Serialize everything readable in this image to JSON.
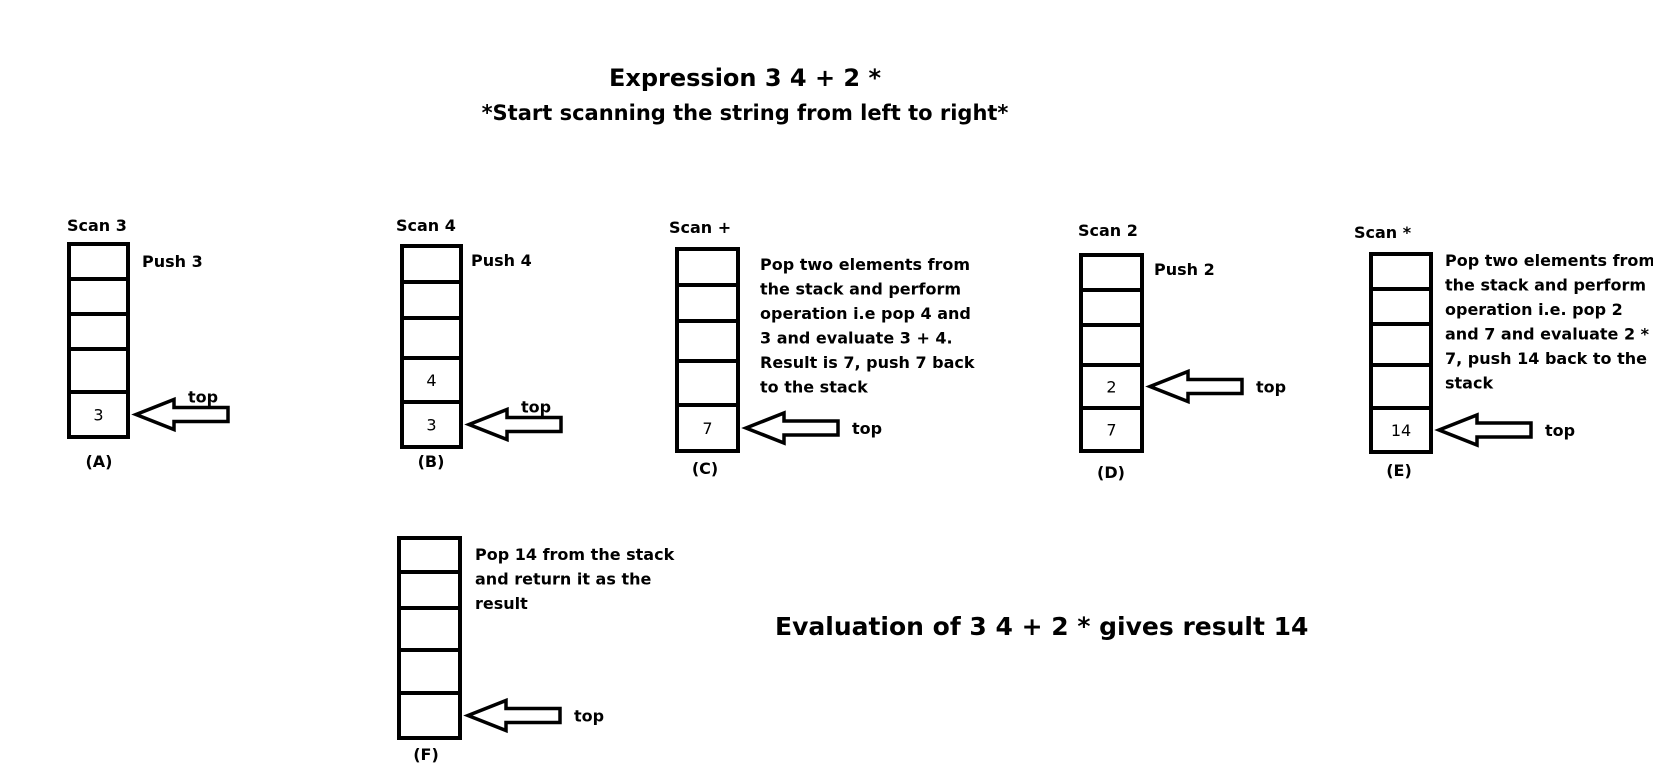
{
  "header": {
    "title": "Expression 3 4 + 2 *",
    "subtitle": "*Start scanning the string from left to right*"
  },
  "pointer_label": "top",
  "steps": [
    {
      "id": "A",
      "caption": "(A)",
      "scan": "Scan 3",
      "cells": [
        "",
        "",
        "",
        "",
        "3"
      ],
      "top_index": 4,
      "note": [
        "Push 3"
      ]
    },
    {
      "id": "B",
      "caption": "(B)",
      "scan": "Scan 4",
      "cells": [
        "",
        "",
        "",
        "4",
        "3"
      ],
      "top_index": 4,
      "note": [
        "Push 4"
      ]
    },
    {
      "id": "C",
      "caption": "(C)",
      "scan": "Scan +",
      "cells": [
        "",
        "",
        "",
        "",
        "7"
      ],
      "top_index": 4,
      "note": [
        "Pop two elements from",
        "the stack and perform",
        "operation i.e pop 4 and",
        "3 and evaluate 3 + 4.",
        "Result is 7, push 7 back",
        "to the stack"
      ]
    },
    {
      "id": "D",
      "caption": "(D)",
      "scan": "Scan 2",
      "cells": [
        "",
        "",
        "",
        "2",
        "7"
      ],
      "top_index": 3,
      "note": [
        "Push 2"
      ]
    },
    {
      "id": "E",
      "caption": "(E)",
      "scan": "Scan *",
      "cells": [
        "",
        "",
        "",
        "",
        "14"
      ],
      "top_index": 4,
      "note": [
        "Pop two elements from",
        "the stack and perform",
        "operation i.e. pop 2",
        "and 7 and evaluate 2 *",
        "7, push 14 back to the",
        "stack"
      ]
    },
    {
      "id": "F",
      "caption": "(F)",
      "scan": "",
      "cells": [
        "",
        "",
        "",
        "",
        ""
      ],
      "top_index": 4,
      "note": [
        "Pop 14 from the stack",
        "and return it as the",
        "result"
      ]
    }
  ],
  "result_text": "Evaluation of 3 4 + 2 * gives result 14"
}
